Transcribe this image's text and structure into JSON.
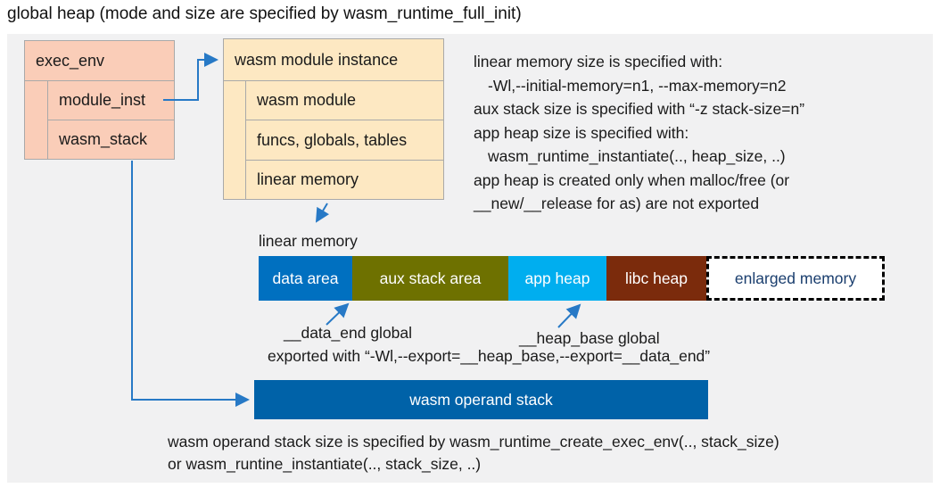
{
  "title": "global heap (mode and size are specified by wasm_runtime_full_init)",
  "exec_env": {
    "label": "exec_env",
    "children": [
      {
        "label": "module_inst"
      },
      {
        "label": "wasm_stack"
      }
    ]
  },
  "module_instance": {
    "label": "wasm module instance",
    "children": [
      {
        "label": "wasm module"
      },
      {
        "label": "funcs, globals, tables"
      },
      {
        "label": "linear memory"
      }
    ]
  },
  "notes": {
    "lines": [
      "linear memory size is specified with:",
      "-Wl,--initial-memory=n1, --max-memory=n2",
      "aux stack size is specified with “-z stack-size=n”",
      "app heap size is specified with:",
      "wasm_runtime_instantiate(.., heap_size, ..)",
      "app heap is created only when malloc/free (or",
      "__new/__release for as) are not exported"
    ]
  },
  "linear_memory": {
    "label": "linear memory",
    "segments": [
      {
        "label": "data area",
        "color": "#0070c0",
        "text_color": "#ffffff"
      },
      {
        "label": "aux stack area",
        "color": "#6e7100",
        "text_color": "#ffffff"
      },
      {
        "label": "app heap",
        "color": "#00aeef",
        "text_color": "#ffffff"
      },
      {
        "label": "libc heap",
        "color": "#7b2b0c",
        "text_color": "#ffffff"
      },
      {
        "label": "enlarged memory",
        "color": "#ffffff",
        "text_color": "#1a3e6e"
      }
    ]
  },
  "annotations": {
    "data_end": "__data_end global",
    "heap_base": "__heap_base global",
    "exported": "exported with “-Wl,--export=__heap_base,--export=__data_end”"
  },
  "operand_stack": {
    "label": "wasm operand stack",
    "color": "#0062a8",
    "note_line1": "wasm operand stack size is specified by wasm_runtime_create_exec_env(.., stack_size)",
    "note_line2": "or wasm_runtine_instantiate(.., stack_size, ..)"
  },
  "colors": {
    "panel_background": "#f1f1f2",
    "exec_env_fill": "#facdb8",
    "module_instance_fill": "#fde8c2",
    "box_border": "#a9a9a9",
    "arrow": "#2779c6",
    "enlarged_border": "#000000"
  }
}
